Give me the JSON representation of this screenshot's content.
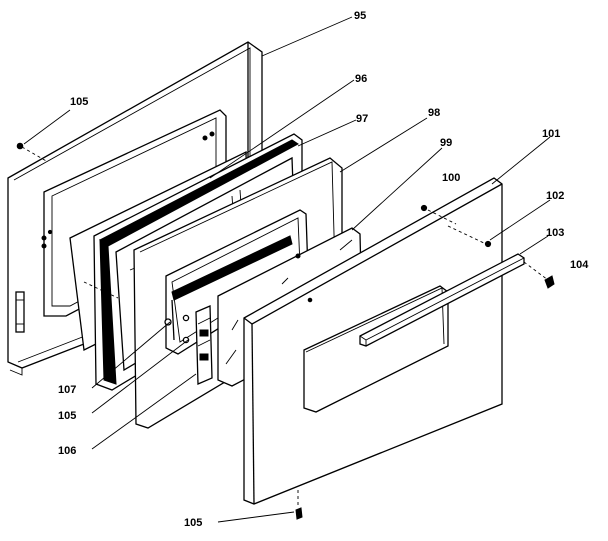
{
  "diagram": {
    "labels": {
      "p95": "95",
      "p96": "96",
      "p97": "97",
      "p98": "98",
      "p99": "99",
      "p100": "100",
      "p101": "101",
      "p102": "102",
      "p103": "103",
      "p104": "104",
      "p105_top": "105",
      "p105_left": "105",
      "p105_bottom": "105",
      "p106": "106",
      "p107": "107"
    }
  }
}
